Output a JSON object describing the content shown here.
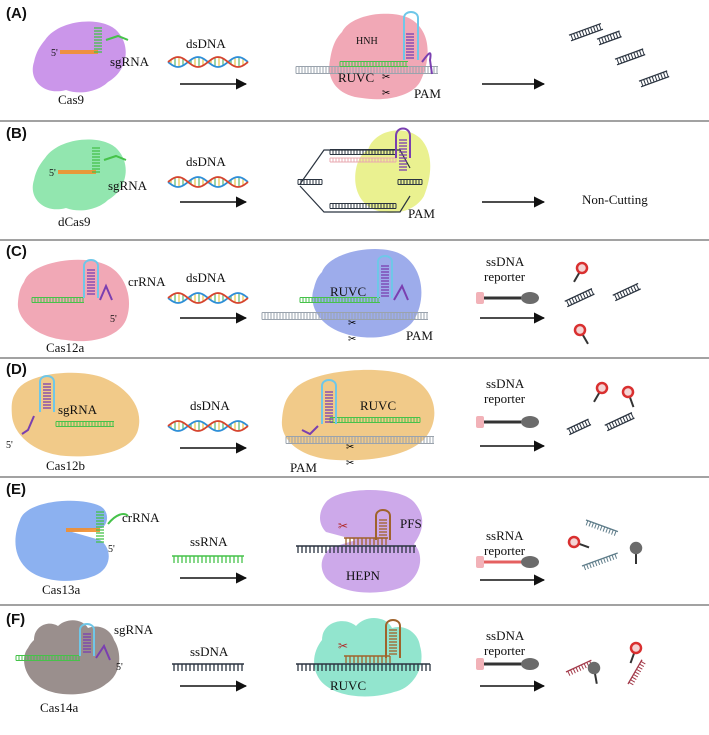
{
  "colors": {
    "cas9": "#c58be8",
    "dcas9": "#86e3a6",
    "cas12a": "#ef9fae",
    "cas12a_complex": "#8c9ee8",
    "cas12b": "#efc47c",
    "cas13a": "#7fa8ee",
    "cas13a_complex": "#c49ae6",
    "cas14a": "#8f8381",
    "cas14a_complex": "#7fe0c6",
    "spacer": "#f28f2e",
    "guide": "#46c24a",
    "loop": "#6fc7e8",
    "stem": "#7a3fb0",
    "rna_stem": "#a0632b",
    "reporter_head": "#d93030",
    "reporter_ssrna": "#e56060",
    "dna_blue": "#2e8fd8",
    "dna_red": "#d6452f",
    "dna_grey": "#9aa3ad",
    "product_dark": "#2b3440"
  },
  "panels": [
    {
      "letter": "(A)",
      "protein": "Cas9",
      "guide": "sgRNA",
      "five_prime": "5'",
      "substrate": "dsDNA",
      "domains": [
        "HNH",
        "RUVC"
      ],
      "motif": "PAM",
      "reporter": "",
      "outcome": ""
    },
    {
      "letter": "(B)",
      "protein": "dCas9",
      "guide": "sgRNA",
      "five_prime": "5'",
      "substrate": "dsDNA",
      "domains": [],
      "motif": "PAM",
      "reporter": "",
      "outcome": "Non-Cutting"
    },
    {
      "letter": "(C)",
      "protein": "Cas12a",
      "guide": "crRNA",
      "five_prime": "5'",
      "substrate": "dsDNA",
      "domains": [
        "RUVC"
      ],
      "motif": "PAM",
      "reporter": "ssDNA reporter",
      "outcome": ""
    },
    {
      "letter": "(D)",
      "protein": "Cas12b",
      "guide": "sgRNA",
      "five_prime": "5'",
      "substrate": "dsDNA",
      "domains": [
        "RUVC"
      ],
      "motif": "PAM",
      "reporter": "ssDNA reporter",
      "outcome": ""
    },
    {
      "letter": "(E)",
      "protein": "Cas13a",
      "guide": "crRNA",
      "five_prime": "5'",
      "substrate": "ssRNA",
      "domains": [
        "PFS",
        "HEPN"
      ],
      "motif": "",
      "reporter": "ssRNA reporter",
      "outcome": ""
    },
    {
      "letter": "(F)",
      "protein": "Cas14a",
      "guide": "sgRNA",
      "five_prime": "5'",
      "substrate": "ssDNA",
      "domains": [
        "RUVC"
      ],
      "motif": "",
      "reporter": "ssDNA reporter",
      "outcome": ""
    }
  ]
}
